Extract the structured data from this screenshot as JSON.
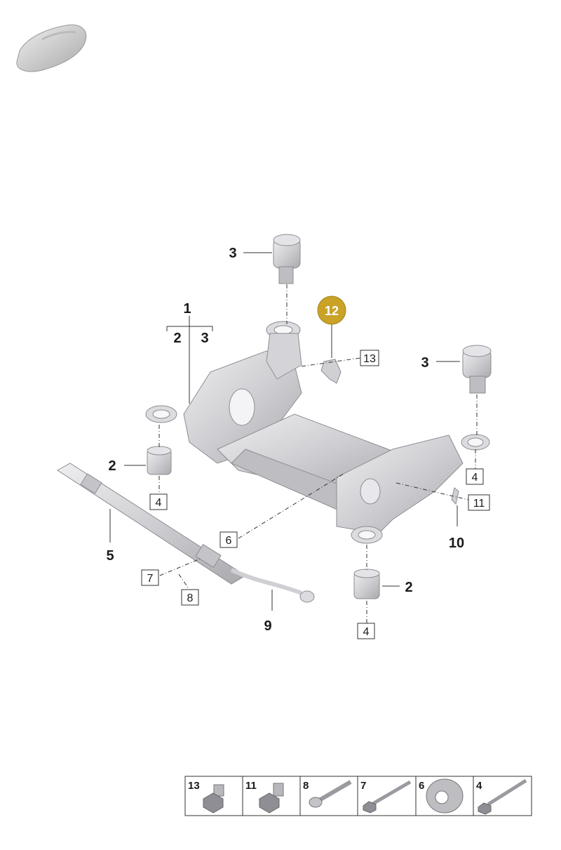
{
  "callouts": {
    "c1": "1",
    "c1a": "2",
    "c1b": "3",
    "c2_left": "2",
    "c2_right": "2",
    "c3_top": "3",
    "c3_right": "3",
    "c5": "5",
    "c9": "9",
    "c10": "10",
    "c12": "12"
  },
  "boxed": {
    "b4_left": "4",
    "b4_right": "4",
    "b4_bottom": "4",
    "b6": "6",
    "b7": "7",
    "b8": "8",
    "b11": "11",
    "b13": "13"
  },
  "legend": [
    {
      "num": "13"
    },
    {
      "num": "11"
    },
    {
      "num": "8"
    },
    {
      "num": "7"
    },
    {
      "num": "6"
    },
    {
      "num": "4"
    }
  ],
  "colors": {
    "highlight": "#c9a227",
    "part": "#c8c8cc",
    "part_dark": "#9a9aa0",
    "line": "#333333"
  }
}
